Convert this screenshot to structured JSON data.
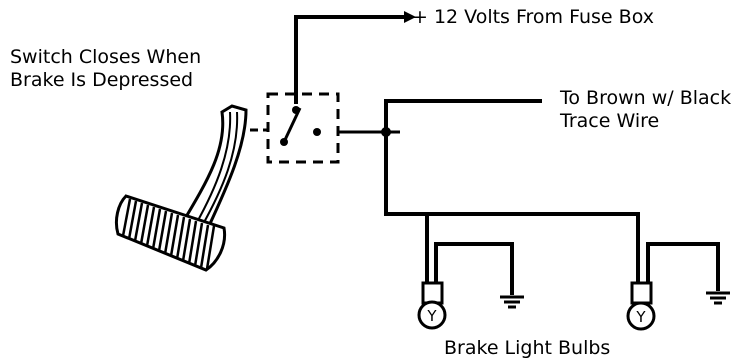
{
  "labels": {
    "switch_line1": "Switch Closes When",
    "switch_line2": "Brake Is Depressed",
    "fuse": "+ 12 Volts From Fuse Box",
    "brown_line1": "To Brown w/ Black",
    "brown_line2": "Trace Wire",
    "bulbs": "Brake Light Bulbs",
    "bulb_symbol": "Y"
  },
  "colors": {
    "ink": "#000000",
    "paper": "#ffffff"
  }
}
